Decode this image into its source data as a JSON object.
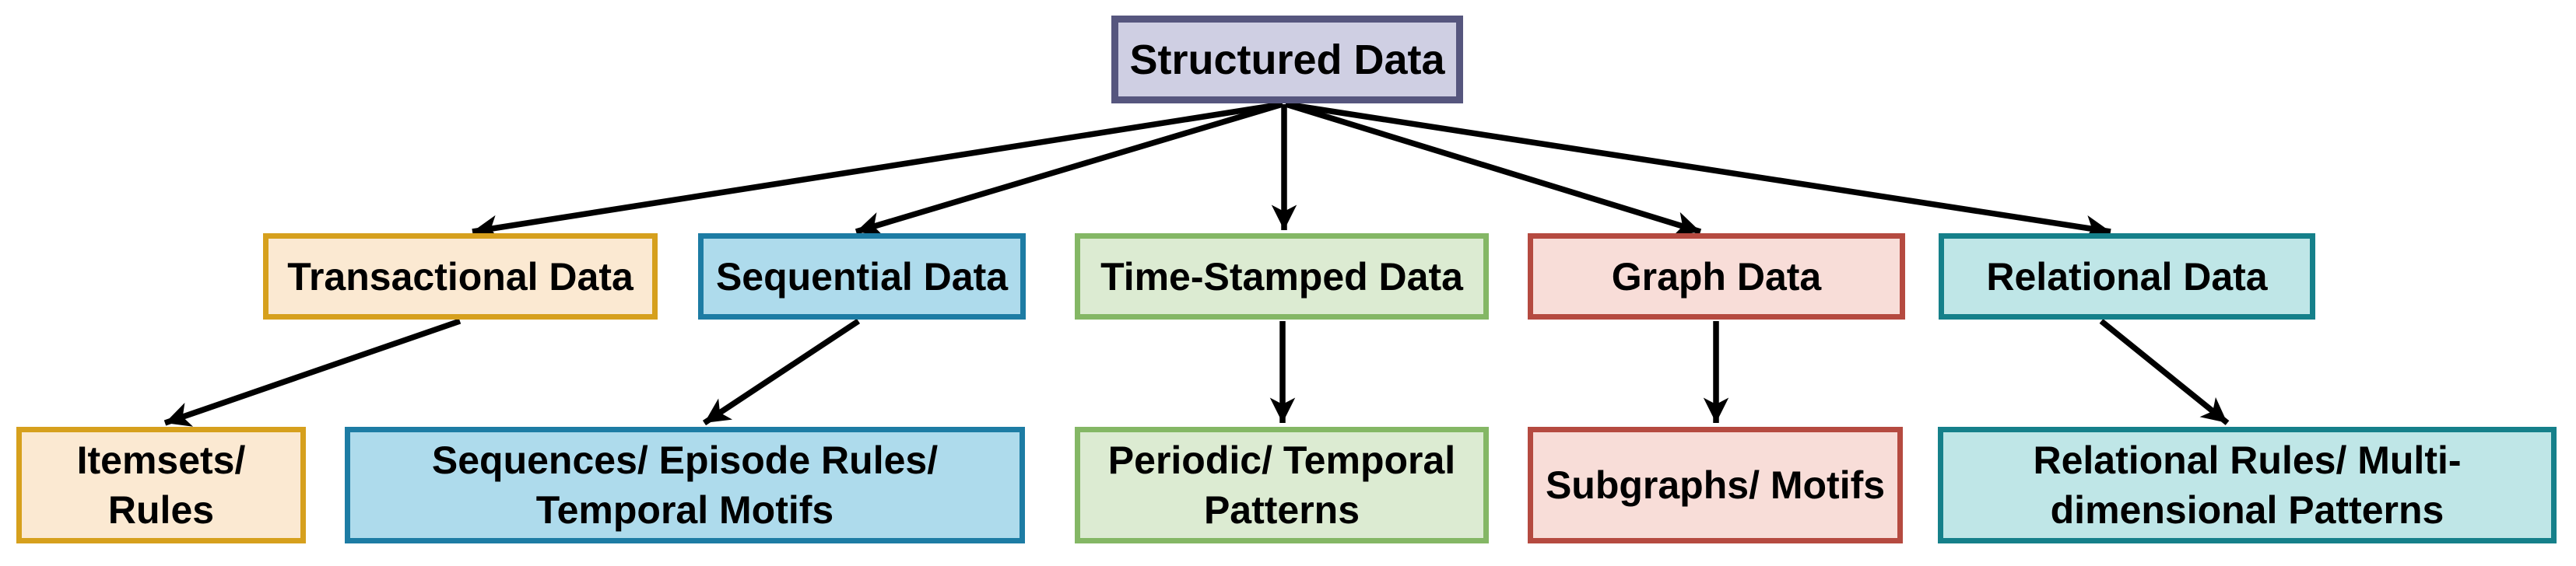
{
  "nodes": {
    "structured": {
      "label": "Structured Data",
      "lines": [
        "Structured Data"
      ]
    },
    "transactional": {
      "label": "Transactional Data",
      "lines": [
        "Transactional Data"
      ]
    },
    "sequential": {
      "label": "Sequential Data",
      "lines": [
        "Sequential Data"
      ]
    },
    "timestamped": {
      "label": "Time-Stamped Data",
      "lines": [
        "Time-Stamped Data"
      ]
    },
    "graph": {
      "label": "Graph Data",
      "lines": [
        "Graph Data"
      ]
    },
    "relational": {
      "label": "Relational Data",
      "lines": [
        "Relational Data"
      ]
    },
    "itemsets": {
      "label": "Itemsets/ Rules",
      "lines": [
        "Itemsets/",
        "Rules"
      ]
    },
    "sequences": {
      "label": "Sequences/ Episode Rules/ Temporal Motifs",
      "lines": [
        "Sequences/ Episode Rules/",
        "Temporal Motifs"
      ]
    },
    "periodic": {
      "label": "Periodic/ Temporal Patterns",
      "lines": [
        "Periodic/ Temporal",
        "Patterns"
      ]
    },
    "subgraphs": {
      "label": "Subgraphs/ Motifs",
      "lines": [
        "Subgraphs/ Motifs"
      ]
    },
    "relrules": {
      "label": "Relational Rules/ Multi-dimensional Patterns",
      "lines": [
        "Relational Rules/ Multi-",
        "dimensional Patterns"
      ]
    }
  },
  "edges": [
    {
      "from": "Structured Data",
      "to": "Transactional Data"
    },
    {
      "from": "Structured Data",
      "to": "Sequential Data"
    },
    {
      "from": "Structured Data",
      "to": "Time-Stamped Data"
    },
    {
      "from": "Structured Data",
      "to": "Graph Data"
    },
    {
      "from": "Structured Data",
      "to": "Relational Data"
    },
    {
      "from": "Transactional Data",
      "to": "Itemsets/ Rules"
    },
    {
      "from": "Sequential Data",
      "to": "Sequences/ Episode Rules/ Temporal Motifs"
    },
    {
      "from": "Time-Stamped Data",
      "to": "Periodic/ Temporal Patterns"
    },
    {
      "from": "Graph Data",
      "to": "Subgraphs/ Motifs"
    },
    {
      "from": "Relational Data",
      "to": "Relational Rules/ Multi-dimensional Patterns"
    }
  ],
  "palette": {
    "root_fill": "#CFCFE3",
    "root_border": "#56567E",
    "transactional_fill": "#FBE9D2",
    "transactional_border": "#D6A01D",
    "sequential_fill": "#AEDBEC",
    "sequential_border": "#1D7CA4",
    "timestamped_fill": "#DCEBD2",
    "timestamped_border": "#84B765",
    "graph_fill": "#F8DDD8",
    "graph_border": "#B54A40",
    "relational_fill": "#BFE6E7",
    "relational_border": "#15808A",
    "arrow": "#000000",
    "text": "#000000",
    "background": "#FFFFFF"
  }
}
